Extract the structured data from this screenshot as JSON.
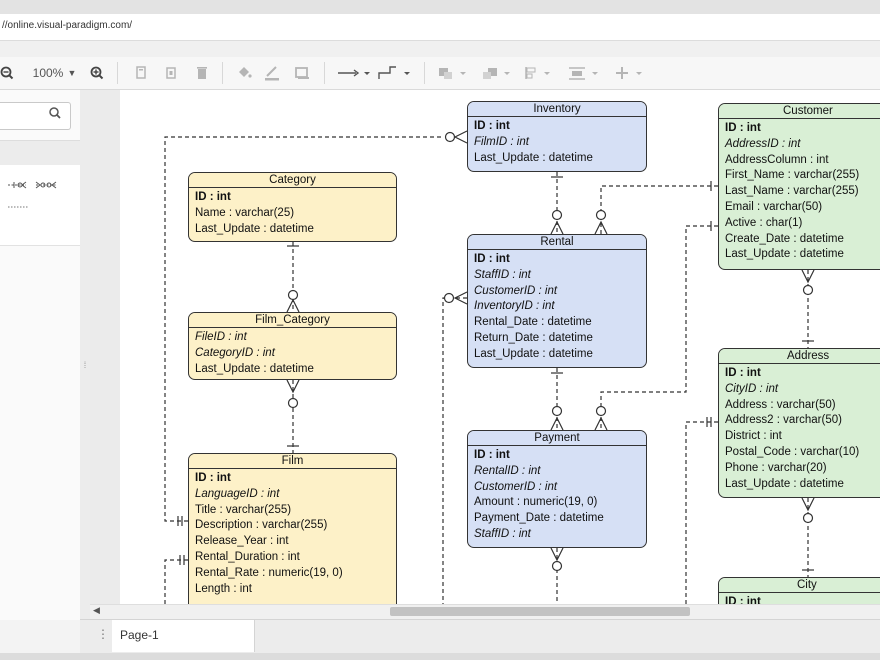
{
  "browser": {
    "address": "//online.visual-paradigm.com/"
  },
  "toolbar": {
    "zoom_out_icon": "zoom-out-icon",
    "zoom_level": "100%",
    "zoom_in_icon": "zoom-in-icon"
  },
  "pages": {
    "tabs": [
      {
        "label": "Page-1"
      }
    ]
  },
  "entities": {
    "inventory": {
      "title": "Inventory",
      "fields": [
        {
          "text": "ID : int",
          "kind": "pk"
        },
        {
          "text": "FilmID : int",
          "kind": "fk"
        },
        {
          "text": "Last_Update : datetime",
          "kind": ""
        }
      ]
    },
    "customer": {
      "title": "Customer",
      "fields": [
        {
          "text": "ID : int",
          "kind": "pk"
        },
        {
          "text": "AddressID : int",
          "kind": "fk"
        },
        {
          "text": "AddressColumn : int",
          "kind": ""
        },
        {
          "text": "First_Name : varchar(255)",
          "kind": ""
        },
        {
          "text": "Last_Name : varchar(255)",
          "kind": ""
        },
        {
          "text": "Email : varchar(50)",
          "kind": ""
        },
        {
          "text": "Active : char(1)",
          "kind": ""
        },
        {
          "text": "Create_Date : datetime",
          "kind": ""
        },
        {
          "text": "Last_Update : datetime",
          "kind": ""
        }
      ]
    },
    "category": {
      "title": "Category",
      "fields": [
        {
          "text": "ID : int",
          "kind": "pk"
        },
        {
          "text": "Name : varchar(25)",
          "kind": ""
        },
        {
          "text": "Last_Update : datetime",
          "kind": ""
        }
      ]
    },
    "rental": {
      "title": "Rental",
      "fields": [
        {
          "text": "ID : int",
          "kind": "pk"
        },
        {
          "text": "StaffID : int",
          "kind": "fk"
        },
        {
          "text": "CustomerID : int",
          "kind": "fk"
        },
        {
          "text": "InventoryID : int",
          "kind": "fk"
        },
        {
          "text": "Rental_Date : datetime",
          "kind": ""
        },
        {
          "text": "Return_Date : datetime",
          "kind": ""
        },
        {
          "text": "Last_Update : datetime",
          "kind": ""
        }
      ]
    },
    "film_category": {
      "title": "Film_Category",
      "fields": [
        {
          "text": "FileID : int",
          "kind": "fk"
        },
        {
          "text": "CategoryID : int",
          "kind": "fk"
        },
        {
          "text": "Last_Update : datetime",
          "kind": ""
        }
      ]
    },
    "address": {
      "title": "Address",
      "fields": [
        {
          "text": "ID : int",
          "kind": "pk"
        },
        {
          "text": "CityID : int",
          "kind": "fk"
        },
        {
          "text": "Address : varchar(50)",
          "kind": ""
        },
        {
          "text": "Address2 : varchar(50)",
          "kind": ""
        },
        {
          "text": "District : int",
          "kind": ""
        },
        {
          "text": "Postal_Code : varchar(10)",
          "kind": ""
        },
        {
          "text": "Phone : varchar(20)",
          "kind": ""
        },
        {
          "text": "Last_Update : datetime",
          "kind": ""
        }
      ]
    },
    "payment": {
      "title": "Payment",
      "fields": [
        {
          "text": "ID : int",
          "kind": "pk"
        },
        {
          "text": "RentalID : int",
          "kind": "fk"
        },
        {
          "text": "CustomerID : int",
          "kind": "fk"
        },
        {
          "text": "Amount : numeric(19, 0)",
          "kind": ""
        },
        {
          "text": "Payment_Date : datetime",
          "kind": ""
        },
        {
          "text": "StaffID : int",
          "kind": "fk"
        }
      ]
    },
    "film": {
      "title": "Film",
      "fields": [
        {
          "text": "ID : int",
          "kind": "pk"
        },
        {
          "text": "LanguageID : int",
          "kind": "fk"
        },
        {
          "text": "Title : varchar(255)",
          "kind": ""
        },
        {
          "text": "Description : varchar(255)",
          "kind": ""
        },
        {
          "text": "Release_Year : int",
          "kind": ""
        },
        {
          "text": "Rental_Duration : int",
          "kind": ""
        },
        {
          "text": "Rental_Rate : numeric(19, 0)",
          "kind": ""
        },
        {
          "text": "Length : int",
          "kind": ""
        }
      ]
    },
    "city": {
      "title": "City",
      "fields": [
        {
          "text": "ID : int",
          "kind": "pk"
        }
      ]
    }
  }
}
